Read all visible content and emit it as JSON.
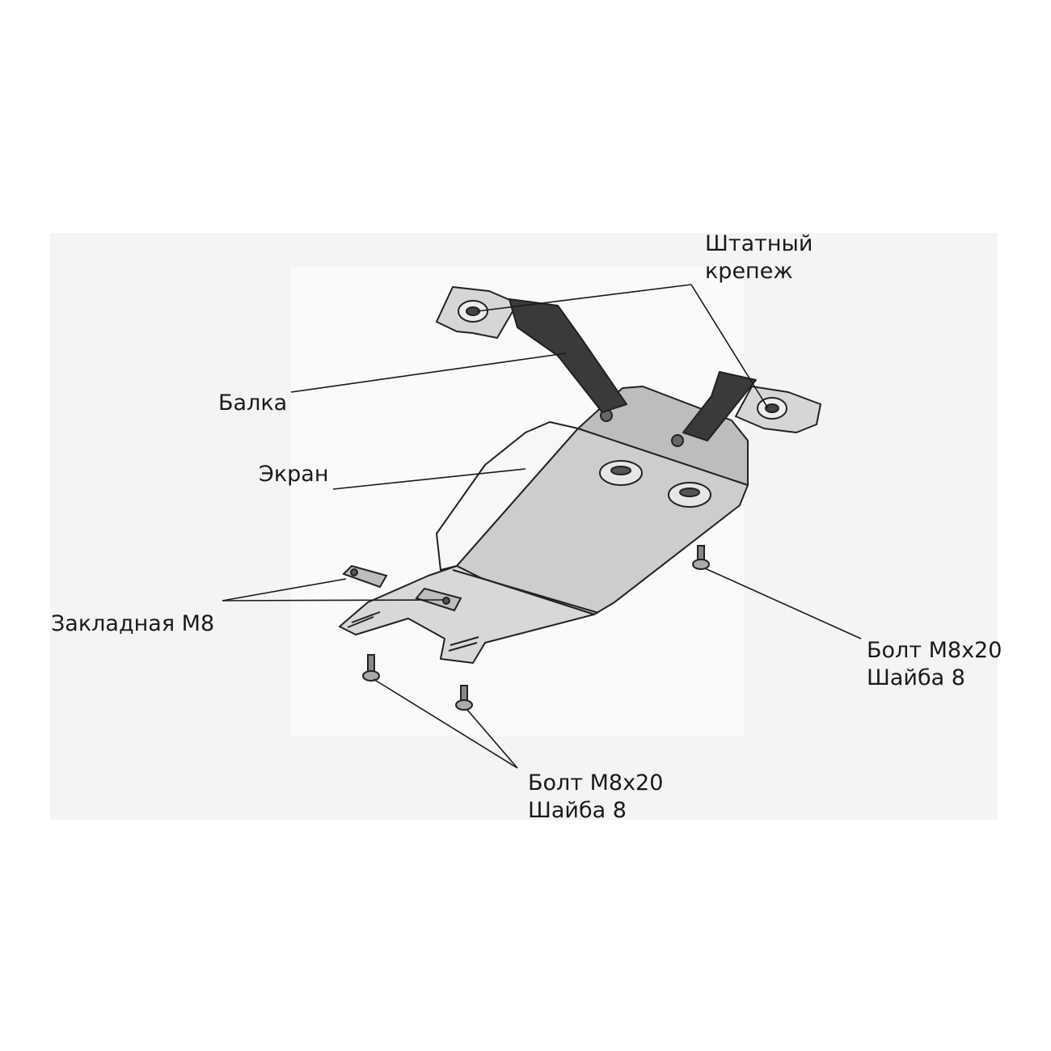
{
  "labels": {
    "fastener": {
      "line1": "Штатный",
      "line2": "крепеж"
    },
    "beam": "Балка",
    "screen": "Экран",
    "insert": "Закладная М8",
    "bolt_right": {
      "line1": "Болт М8х20",
      "line2": "Шайба 8"
    },
    "bolt_bottom": {
      "line1": "Болт М8х20",
      "line2": "Шайба 8"
    }
  },
  "colors": {
    "background": "#ffffff",
    "panel": "#f3f3f3",
    "plate_fill": "#cfcfcf",
    "plate_dark": "#9a9a9a",
    "beam_fill": "#3a3a3a",
    "outline": "#222222",
    "leader": "#1a1a1a"
  }
}
